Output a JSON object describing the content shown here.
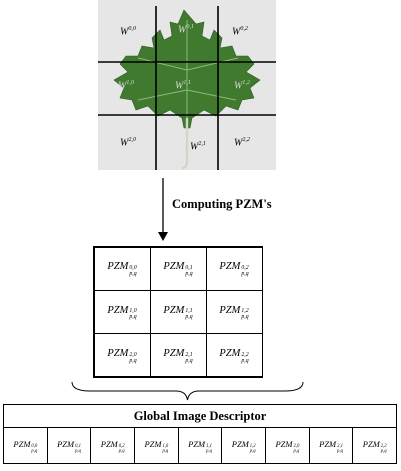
{
  "leaf_grid": {
    "base_label": "W",
    "cells": [
      {
        "sup": "0,0"
      },
      {
        "sup": "0,1"
      },
      {
        "sup": "0,2"
      },
      {
        "sup": "1,0"
      },
      {
        "sup": "1,1"
      },
      {
        "sup": "1,2"
      },
      {
        "sup": "2,0"
      },
      {
        "sup": "2,1"
      },
      {
        "sup": "2,2"
      }
    ]
  },
  "arrow_label": "Computing PZM's",
  "pzm_grid": {
    "base": "PZM",
    "sub": "p,q",
    "cells": [
      {
        "sup": "0,0"
      },
      {
        "sup": "0,1"
      },
      {
        "sup": "0,2"
      },
      {
        "sup": "1,0"
      },
      {
        "sup": "1,1"
      },
      {
        "sup": "1,2"
      },
      {
        "sup": "2,0"
      },
      {
        "sup": "2,1"
      },
      {
        "sup": "2,2"
      }
    ]
  },
  "descriptor": {
    "title": "Global Image Descriptor",
    "base": "PZM",
    "sub": "p,q",
    "cells": [
      {
        "sup": "0,0"
      },
      {
        "sup": "0,1"
      },
      {
        "sup": "0,2"
      },
      {
        "sup": "1,0"
      },
      {
        "sup": "1,1"
      },
      {
        "sup": "1,2"
      },
      {
        "sup": "2,0"
      },
      {
        "sup": "2,1"
      },
      {
        "sup": "2,2"
      }
    ]
  }
}
